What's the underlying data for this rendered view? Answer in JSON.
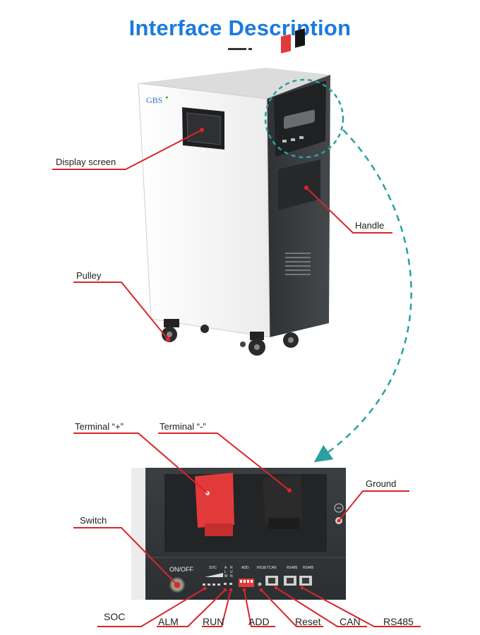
{
  "heading": {
    "word1": "Interface",
    "word2": "Description"
  },
  "device": {
    "brand": "GBS",
    "panel_text": {
      "switch": "ON/OFF",
      "soc": "SOC",
      "alm_run": [
        "A",
        "L",
        "M",
        "R",
        "U",
        "N"
      ],
      "add": "ADD",
      "reset": "RESET",
      "can": "CAN",
      "rs485_a": "RS485",
      "rs485_b": "RS485"
    }
  },
  "callouts": {
    "display_screen": "Display screen",
    "handle": "Handle",
    "pulley": "Pulley",
    "terminal_plus": "Terminal “+”",
    "terminal_minus": "Terminal “-”",
    "ground": "Ground",
    "switch": "Switch",
    "soc": "SOC",
    "alm": "ALM",
    "run": "RUN",
    "add": "ADD",
    "reset": "Reset",
    "can": "CAN",
    "rs485": "RS485"
  },
  "colors": {
    "heading": "#1a7ae0",
    "callout_line": "#d9252a",
    "dashed_arrow": "#2aa0a0",
    "terminal_plus": "#e23a3a",
    "terminal_minus": "#2b2b2b",
    "cabinet_dark": "#3a3d40",
    "cabinet_front": "#f6f6f6"
  }
}
